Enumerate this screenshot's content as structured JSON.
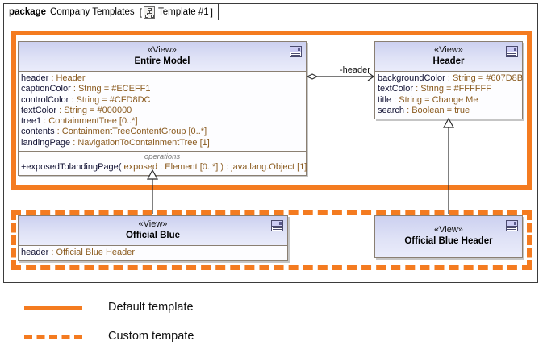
{
  "package": {
    "keyword": "package",
    "name": "Company Templates",
    "bracket_open": "[",
    "bracket_close": "]",
    "icon": "hierarchy-icon",
    "template_name": "Template #1"
  },
  "regions": {
    "default": {
      "name": "default-template-region",
      "style": "solid",
      "color": "#F47B20"
    },
    "custom": {
      "name": "custom-template-region",
      "style": "dashed",
      "color": "#F47B20"
    }
  },
  "classes": [
    {
      "id": "entire-model",
      "stereotype": "«View»",
      "name": "Entire Model",
      "icon": "view-icon",
      "attributes": [
        {
          "name": "header",
          "sep": " : ",
          "type": "Header"
        },
        {
          "name": "captionColor",
          "sep": " : ",
          "type": "String = #ECEFF1"
        },
        {
          "name": "controlColor",
          "sep": " : ",
          "type": "String = #CFD8DC"
        },
        {
          "name": "textColor",
          "sep": " : ",
          "type": "String = #000000"
        },
        {
          "name": "tree1",
          "sep": " : ",
          "type": "ContainmentTree [0..*]"
        },
        {
          "name": "contents",
          "sep": " : ",
          "type": "ContainmentTreeContentGroup [0..*]"
        },
        {
          "name": "landingPage",
          "sep": " : ",
          "type": "NavigationToContainmentTree [1]"
        }
      ],
      "operations_label": "operations",
      "operations": [
        {
          "name": "+exposedTolandingPage(",
          "rest": " exposed : Element [0..*] ) : java.lang.Object [1]"
        }
      ]
    },
    {
      "id": "header",
      "stereotype": "«View»",
      "name": "Header",
      "icon": "view-icon",
      "attributes": [
        {
          "name": "backgroundColor",
          "sep": " : ",
          "type": "String = #607D8B"
        },
        {
          "name": "textColor",
          "sep": " : ",
          "type": "String = #FFFFFF"
        },
        {
          "name": "title",
          "sep": " : ",
          "type": "String = Change Me"
        },
        {
          "name": "search",
          "sep": " : ",
          "type": "Boolean = true"
        }
      ]
    },
    {
      "id": "official-blue",
      "stereotype": "«View»",
      "name": "Official Blue",
      "icon": "view-icon",
      "attributes": [
        {
          "name": "header",
          "sep": " : ",
          "type": "Official Blue Header"
        }
      ]
    },
    {
      "id": "official-blue-header",
      "stereotype": "«View»",
      "name": "Official Blue Header",
      "icon": "view-icon",
      "attributes": []
    }
  ],
  "connectors": {
    "association_label": "-header"
  },
  "legend": [
    {
      "style": "solid",
      "label": "Default template"
    },
    {
      "style": "dashed",
      "label": "Custom tempate"
    }
  ]
}
